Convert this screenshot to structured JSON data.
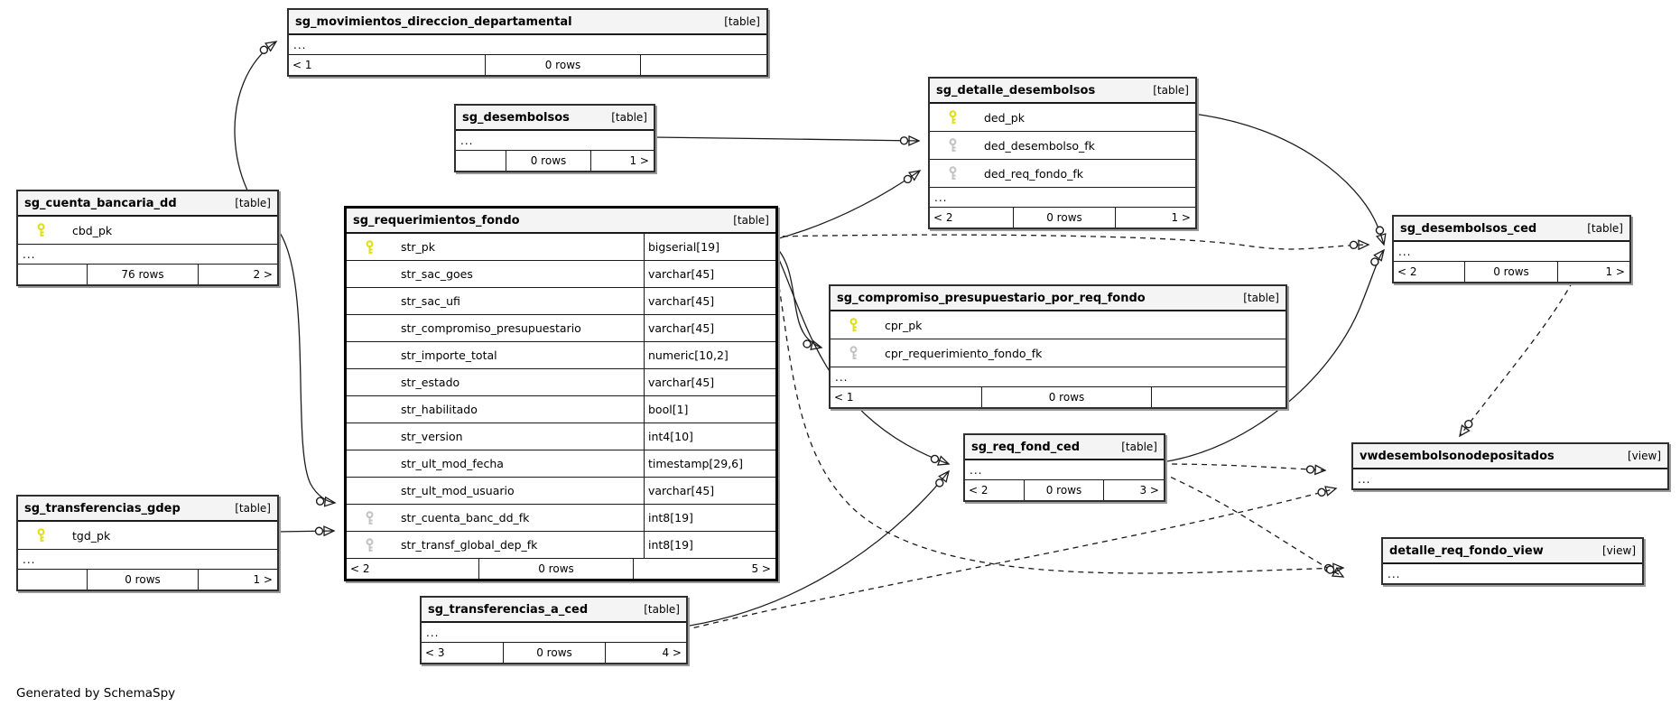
{
  "footer_note": "Generated by SchemaSpy",
  "colors": {
    "pk_key": "#dfdf16",
    "fk_key": "#c4c4c4",
    "header_bg": "#f4f4f4",
    "node_border": "#2f2f2f",
    "edge_line": "#1c1c1c"
  },
  "tables": {
    "t1": {
      "name": "sg_movimientos_direccion_departamental",
      "kind": "[table]",
      "ellipsis": "...",
      "footer": {
        "left": "< 1",
        "center": "0 rows",
        "right": ""
      }
    },
    "t2": {
      "name": "sg_desembolsos",
      "kind": "[table]",
      "ellipsis": "...",
      "footer": {
        "left": "",
        "center": "0 rows",
        "right": "1 >"
      }
    },
    "t3": {
      "name": "sg_cuenta_bancaria_dd",
      "kind": "[table]",
      "columns": [
        {
          "name": "cbd_pk",
          "key": "pk"
        }
      ],
      "ellipsis": "...",
      "footer": {
        "left": "",
        "center": "76 rows",
        "right": "2 >"
      }
    },
    "t4": {
      "name": "sg_requerimientos_fondo",
      "kind": "[table]",
      "columns": [
        {
          "name": "str_pk",
          "type": "bigserial[19]",
          "key": "pk"
        },
        {
          "name": "str_sac_goes",
          "type": "varchar[45]",
          "key": ""
        },
        {
          "name": "str_sac_ufi",
          "type": "varchar[45]",
          "key": ""
        },
        {
          "name": "str_compromiso_presupuestario",
          "type": "varchar[45]",
          "key": ""
        },
        {
          "name": "str_importe_total",
          "type": "numeric[10,2]",
          "key": ""
        },
        {
          "name": "str_estado",
          "type": "varchar[45]",
          "key": ""
        },
        {
          "name": "str_habilitado",
          "type": "bool[1]",
          "key": ""
        },
        {
          "name": "str_version",
          "type": "int4[10]",
          "key": ""
        },
        {
          "name": "str_ult_mod_fecha",
          "type": "timestamp[29,6]",
          "key": ""
        },
        {
          "name": "str_ult_mod_usuario",
          "type": "varchar[45]",
          "key": ""
        },
        {
          "name": "str_cuenta_banc_dd_fk",
          "type": "int8[19]",
          "key": "fk"
        },
        {
          "name": "str_transf_global_dep_fk",
          "type": "int8[19]",
          "key": "fk"
        }
      ],
      "footer": {
        "left": "< 2",
        "center": "0 rows",
        "right": "5 >"
      }
    },
    "t5": {
      "name": "sg_detalle_desembolsos",
      "kind": "[table]",
      "columns": [
        {
          "name": "ded_pk",
          "key": "pk"
        },
        {
          "name": "ded_desembolso_fk",
          "key": "fk"
        },
        {
          "name": "ded_req_fondo_fk",
          "key": "fk"
        }
      ],
      "ellipsis": "...",
      "footer": {
        "left": "< 2",
        "center": "0 rows",
        "right": "1 >"
      }
    },
    "t6": {
      "name": "sg_compromiso_presupuestario_por_req_fondo",
      "kind": "[table]",
      "columns": [
        {
          "name": "cpr_pk",
          "key": "pk"
        },
        {
          "name": "cpr_requerimiento_fondo_fk",
          "key": "fk"
        }
      ],
      "ellipsis": "...",
      "footer": {
        "left": "< 1",
        "center": "0 rows",
        "right": ""
      }
    },
    "t7": {
      "name": "sg_desembolsos_ced",
      "kind": "[table]",
      "ellipsis": "...",
      "footer": {
        "left": "< 2",
        "center": "0 rows",
        "right": "1 >"
      }
    },
    "t8": {
      "name": "sg_req_fond_ced",
      "kind": "[table]",
      "ellipsis": "...",
      "footer": {
        "left": "< 2",
        "center": "0 rows",
        "right": "3 >"
      }
    },
    "t9": {
      "name": "vwdesembolsonodepositados",
      "kind": "[view]",
      "ellipsis": "..."
    },
    "t10": {
      "name": "detalle_req_fondo_view",
      "kind": "[view]",
      "ellipsis": "..."
    },
    "t11": {
      "name": "sg_transferencias_gdep",
      "kind": "[table]",
      "columns": [
        {
          "name": "tgd_pk",
          "key": "pk"
        }
      ],
      "ellipsis": "...",
      "footer": {
        "left": "",
        "center": "0 rows",
        "right": "1 >"
      }
    },
    "t12": {
      "name": "sg_transferencias_a_ced",
      "kind": "[table]",
      "ellipsis": "...",
      "footer": {
        "left": "< 3",
        "center": "0 rows",
        "right": "4 >"
      }
    }
  },
  "edges": [
    {
      "from": "sg_cuenta_bancaria_dd.cbd_pk",
      "to": "sg_movimientos_direccion_departamental",
      "style": "solid"
    },
    {
      "from": "sg_cuenta_bancaria_dd.cbd_pk",
      "to": "sg_requerimientos_fondo.str_cuenta_banc_dd_fk",
      "style": "solid"
    },
    {
      "from": "sg_transferencias_gdep.tgd_pk",
      "to": "sg_requerimientos_fondo.str_transf_global_dep_fk",
      "style": "solid"
    },
    {
      "from": "sg_desembolsos",
      "to": "sg_detalle_desembolsos.ded_desembolso_fk",
      "style": "solid"
    },
    {
      "from": "sg_requerimientos_fondo.str_pk",
      "to": "sg_detalle_desembolsos.ded_req_fondo_fk",
      "style": "solid"
    },
    {
      "from": "sg_requerimientos_fondo.str_pk",
      "to": "sg_compromiso_presupuestario_por_req_fondo.cpr_requerimiento_fondo_fk",
      "style": "solid"
    },
    {
      "from": "sg_requerimientos_fondo.str_pk",
      "to": "sg_req_fond_ced",
      "style": "solid"
    },
    {
      "from": "sg_transferencias_a_ced",
      "to": "sg_req_fond_ced",
      "style": "solid"
    },
    {
      "from": "sg_detalle_desembolsos",
      "to": "sg_desembolsos_ced",
      "style": "solid"
    },
    {
      "from": "sg_req_fond_ced",
      "to": "sg_desembolsos_ced",
      "style": "solid"
    },
    {
      "from": "sg_requerimientos_fondo.str_pk",
      "to": "sg_desembolsos_ced",
      "style": "dashed"
    },
    {
      "from": "sg_desembolsos_ced",
      "to": "vwdesembolsonodepositados",
      "style": "dashed"
    },
    {
      "from": "sg_req_fond_ced",
      "to": "vwdesembolsonodepositados",
      "style": "dashed"
    },
    {
      "from": "sg_transferencias_a_ced",
      "to": "vwdesembolsonodepositados",
      "style": "dashed"
    },
    {
      "from": "sg_requerimientos_fondo.str_pk",
      "to": "detalle_req_fondo_view",
      "style": "dashed"
    },
    {
      "from": "sg_req_fond_ced",
      "to": "detalle_req_fondo_view",
      "style": "dashed"
    }
  ]
}
